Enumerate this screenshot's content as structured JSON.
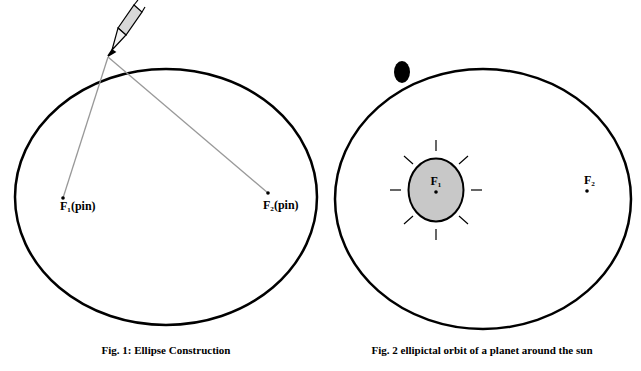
{
  "diagram": {
    "nodes": [
      {
        "text": [
          "F₁"
        ]
      }
    ],
    "labels": [
      "F₁(pin)",
      "F₂(pin)",
      "F₂",
      "Fig. 1: Ellipse Construction",
      "Fig. 2 ellipictal orbit of a planet around the sun"
    ]
  }
}
